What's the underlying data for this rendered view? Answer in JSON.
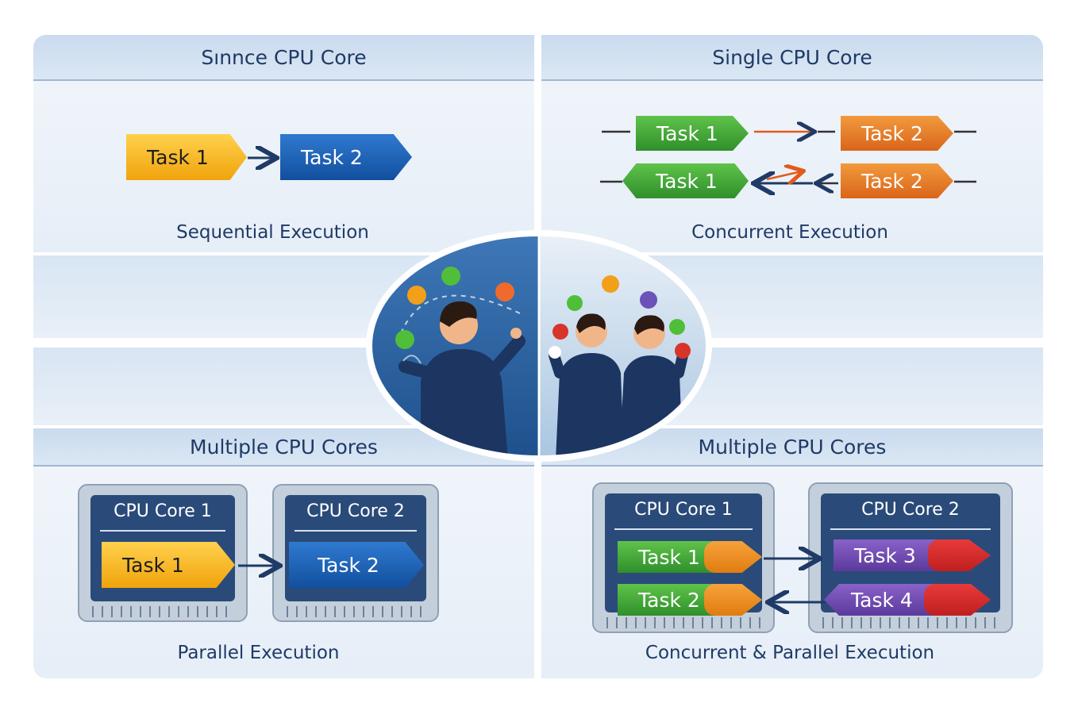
{
  "panels": {
    "top_left": {
      "header": "Sınnce CPU Core",
      "caption": "Sequential Execution",
      "task1": "Task 1",
      "task2": "Task 2"
    },
    "top_right": {
      "header": "Single CPU Core",
      "caption": "Concurrent Execution",
      "row1_task1": "Task 1",
      "row1_task2": "Task 2",
      "row2_task1": "Task 1",
      "row2_task2": "Task 2"
    },
    "bottom_left": {
      "header": "Multiple CPU Cores",
      "caption": "Parallel Execution",
      "core1": "CPU Core 1",
      "core2": "CPU Core 2",
      "task1": "Task 1",
      "task2": "Task 2"
    },
    "bottom_right": {
      "header": "Multiple CPU Cores",
      "caption": "Concurrent & Parallel Execution",
      "core1": "CPU Core 1",
      "core2": "CPU Core 2",
      "task1": "Task 1",
      "task2": "Task 2",
      "task3": "Task 3",
      "task4": "Task 4"
    }
  },
  "colors": {
    "yellow": "#f0a30c",
    "blue": "#124f9e",
    "green": "#2f8f2b",
    "orange": "#d9651a",
    "purple": "#5b3a9b",
    "red": "#d42a2a",
    "navy": "#1f3a66"
  },
  "illustration": {
    "left": "single-juggler",
    "right": "two-jugglers"
  }
}
